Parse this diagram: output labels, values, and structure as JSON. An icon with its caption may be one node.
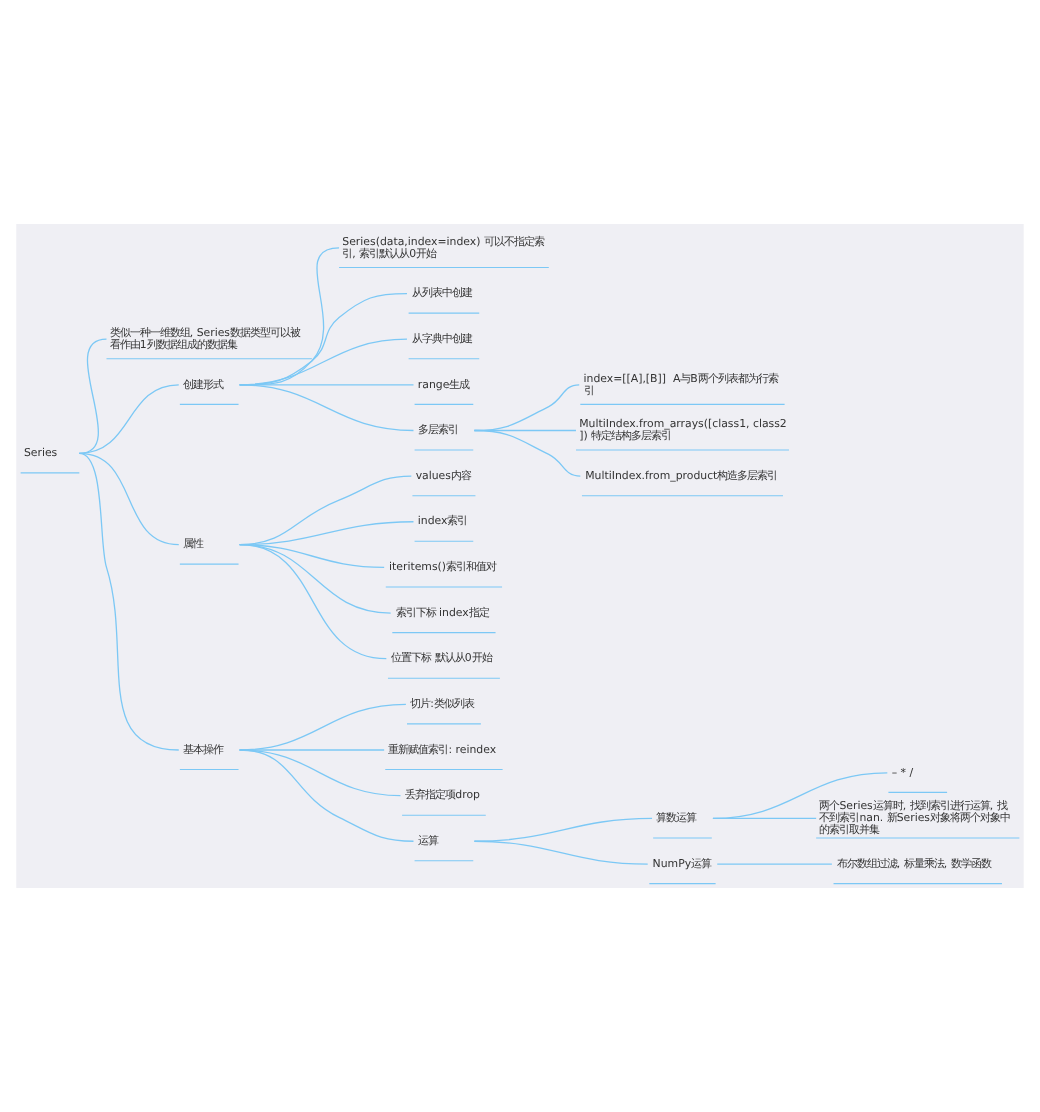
{
  "diagram": {
    "nodes": [
      {
        "text": [
          "Series"
        ]
      },
      {
        "text": [
          "类似一种一维数组, Series数据类型可以被看作由1列数据组成的数据集"
        ]
      },
      {
        "text": [
          "创建形式"
        ]
      },
      {
        "text": [
          "Series(data,index=index) 可以不指定索引, 索引默认从0开始"
        ]
      },
      {
        "text": [
          "从列表中创建"
        ]
      },
      {
        "text": [
          "从字典中创建"
        ]
      },
      {
        "text": [
          "range生成"
        ]
      },
      {
        "text": [
          "多层索引"
        ]
      },
      {
        "text": [
          "index=[[A],[B]]  A与B两个列表都为行索引"
        ]
      },
      {
        "text": [
          "MultiIndex.from_arrays([class1, class2]) 特定结构多层索引"
        ]
      },
      {
        "text": [
          "MultiIndex.from_product构造多层索引"
        ]
      },
      {
        "text": [
          "属性"
        ]
      },
      {
        "text": [
          "values内容"
        ]
      },
      {
        "text": [
          "index索引"
        ]
      },
      {
        "text": [
          "iteritems()索引和值对"
        ]
      },
      {
        "text": [
          "索引下标 index指定"
        ]
      },
      {
        "text": [
          "位置下标 默认从0开始"
        ]
      },
      {
        "text": [
          "基本操作"
        ]
      },
      {
        "text": [
          "切片:类似列表"
        ]
      },
      {
        "text": [
          "重新赋值索引: reindex"
        ]
      },
      {
        "text": [
          "丢弃指定项drop"
        ]
      },
      {
        "text": [
          "运算"
        ]
      },
      {
        "text": [
          "算数运算"
        ]
      },
      {
        "text": [
          "– * /"
        ]
      },
      {
        "text": [
          "两个Series运算时, 找到索引进行运算, 找不到索引nan. 新Series对象将两个对象中的索引取并集"
        ]
      },
      {
        "text": [
          "NumPy运算"
        ]
      },
      {
        "text": [
          "布尔数组过滤, 标量乘法, 数学函数"
        ]
      }
    ],
    "edges": [
      {
        "from": 0,
        "to": 1,
        "arrow": "none"
      },
      {
        "from": 0,
        "to": 2,
        "arrow": "none"
      },
      {
        "from": 2,
        "to": 3,
        "arrow": "none"
      },
      {
        "from": 2,
        "to": 4,
        "arrow": "none"
      },
      {
        "from": 2,
        "to": 5,
        "arrow": "none"
      },
      {
        "from": 2,
        "to": 6,
        "arrow": "none"
      },
      {
        "from": 2,
        "to": 7,
        "arrow": "none"
      },
      {
        "from": 7,
        "to": 8,
        "arrow": "none"
      },
      {
        "from": 7,
        "to": 9,
        "arrow": "none"
      },
      {
        "from": 7,
        "to": 10,
        "arrow": "none"
      },
      {
        "from": 0,
        "to": 11,
        "arrow": "none"
      },
      {
        "from": 11,
        "to": 12,
        "arrow": "none"
      },
      {
        "from": 11,
        "to": 13,
        "arrow": "none"
      },
      {
        "from": 11,
        "to": 14,
        "arrow": "none"
      },
      {
        "from": 11,
        "to": 15,
        "arrow": "none"
      },
      {
        "from": 11,
        "to": 16,
        "arrow": "none"
      },
      {
        "from": 0,
        "to": 17,
        "arrow": "none"
      },
      {
        "from": 17,
        "to": 18,
        "arrow": "none"
      },
      {
        "from": 17,
        "to": 19,
        "arrow": "none"
      },
      {
        "from": 17,
        "to": 20,
        "arrow": "none"
      },
      {
        "from": 17,
        "to": 21,
        "arrow": "none"
      },
      {
        "from": 21,
        "to": 22,
        "arrow": "none"
      },
      {
        "from": 22,
        "to": 23,
        "arrow": "none"
      },
      {
        "from": 22,
        "to": 24,
        "arrow": "none"
      },
      {
        "from": 21,
        "to": 25,
        "arrow": "none"
      },
      {
        "from": 25,
        "to": 26,
        "arrow": "none"
      }
    ]
  }
}
